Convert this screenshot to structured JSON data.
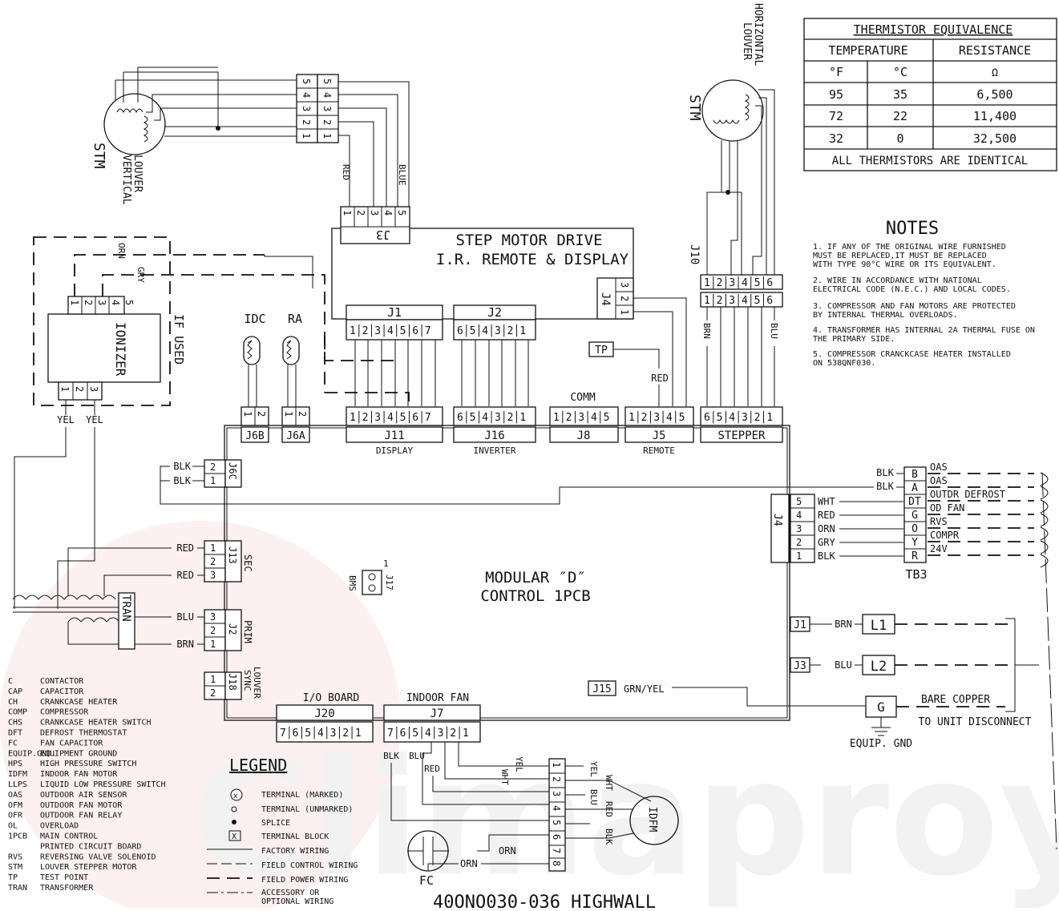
{
  "watermark": "Climaproyecto",
  "title_partial": "40QNQ030-036 HIGHWALL",
  "thermistor_table": {
    "title": "THERMISTOR EQUIVALENCE",
    "col_temperature": "TEMPERATURE",
    "col_resistance": "RESISTANCE",
    "unit_f": "°F",
    "unit_c": "°C",
    "unit_ohm": "Ω",
    "rows": [
      {
        "f": "95",
        "c": "35",
        "r": "6,500"
      },
      {
        "f": "72",
        "c": "22",
        "r": "11,400"
      },
      {
        "f": "32",
        "c": "0",
        "r": "32,500"
      }
    ],
    "footer": "ALL THERMISTORS ARE IDENTICAL"
  },
  "notes": {
    "heading": "NOTES",
    "lines": [
      "1. IF ANY OF THE ORIGINAL WIRE FURNISHED",
      "   MUST BE REPLACED,IT MUST BE REPLACED",
      "   WITH TYPE 90°C WIRE OR ITS EQUIVALENT.",
      "2. WIRE IN ACCORDANCE WITH NATIONAL",
      "   ELECTRICAL CODE (N.E.C.) AND LOCAL CODES.",
      "3. COMPRESSOR AND FAN MOTORS ARE PROTECTED",
      "   BY INTERNAL THERMAL OVERLOADS.",
      "4. TRANSFORMER HAS INTERNAL 2A THERMAL FUSE ON",
      "   THE PRIMARY SIDE.",
      "5. COMPRESSOR CRANCKCASE HEATER INSTALLED",
      "   ON 538QNF030."
    ]
  },
  "stm_left": {
    "label": "STM",
    "sub": [
      "VERTICAL",
      "LOUVER"
    ]
  },
  "stm_right": {
    "label": "STM",
    "sub": [
      "HORIZONTAL",
      "LOUVER"
    ]
  },
  "step_board": {
    "line1": "STEP MOTOR DRIVE",
    "line2": "I.R. REMOTE & DISPLAY",
    "j3": "J3",
    "j4": "J4",
    "j1": "J1",
    "j2": "J2",
    "tp": "TP",
    "j10": "J10"
  },
  "ionizer": {
    "label": "IONIZER",
    "if_used": "IF USED",
    "orn": "ORN",
    "gry": "GRY",
    "yel1": "YEL",
    "yel2": "YEL"
  },
  "sensors": {
    "idc": "IDC",
    "ra": "RA"
  },
  "main_pcb": {
    "line1": "MODULAR ″D″",
    "line2": "CONTROL 1PCB",
    "j6b": "J6B",
    "j6a": "J6A",
    "j11": "J11",
    "j16": "J16",
    "j8": "J8",
    "j5": "J5",
    "stepper": "STEPPER",
    "display": "DISPLAY",
    "inverter": "INVERTER",
    "comm": "COMM",
    "remote": "REMOTE",
    "j6c": "J6C",
    "j13": "J13",
    "sec": "SEC",
    "j2": "J2",
    "prim": "PRIM",
    "j18": "J18",
    "sync": "SYNC",
    "louver": "LOUVER",
    "j20": "J20",
    "io": "I/O BOARD",
    "j7": "J7",
    "indoor_fan": "INDOOR FAN",
    "j17": "J17",
    "bms": "BMS",
    "j4": "J4",
    "j1": "J1",
    "j3": "J3",
    "j15": "J15"
  },
  "wires": {
    "red": "RED",
    "blue": "BLUE",
    "blk": "BLK",
    "blu": "BLU",
    "brn": "BRN",
    "yel": "YEL",
    "wht": "WHT",
    "orn": "ORN",
    "gry": "GRY",
    "grn_yel": "GRN/YEL"
  },
  "tb3": {
    "label": "TB3",
    "terms": [
      {
        "t": "B",
        "n": "OAS"
      },
      {
        "t": "A",
        "n": "OAS"
      },
      {
        "t": "DT",
        "n": "OUTDR DEFROST"
      },
      {
        "t": "G",
        "n": "OD FAN"
      },
      {
        "t": "O",
        "n": "RVS"
      },
      {
        "t": "Y",
        "n": "COMPR"
      },
      {
        "t": "R",
        "n": "24V"
      }
    ],
    "j4_wires": [
      {
        "p": "5",
        "c": "WHT"
      },
      {
        "p": "4",
        "c": "RED"
      },
      {
        "p": "3",
        "c": "ORN"
      },
      {
        "p": "2",
        "c": "GRY"
      },
      {
        "p": "1",
        "c": "BLK"
      }
    ]
  },
  "power": {
    "l1": "L1",
    "l2": "L2",
    "g": "G",
    "bare_copper": "BARE COPPER",
    "to_disc": "TO UNIT DISCONNECT",
    "equip_gnd": "EQUIP. GND"
  },
  "tran": {
    "label": "TRAN"
  },
  "fan": {
    "idfm": "IDFM",
    "fc": "FC"
  },
  "abbreviations": [
    {
      "k": "C",
      "v": "CONTACTOR"
    },
    {
      "k": "CAP",
      "v": "CAPACITOR"
    },
    {
      "k": "CH",
      "v": "CRANKCASE HEATER"
    },
    {
      "k": "COMP",
      "v": "COMPRESSOR"
    },
    {
      "k": "CHS",
      "v": "CRANKCASE HEATER SWITCH"
    },
    {
      "k": "DFT",
      "v": "DEFROST THERMOSTAT"
    },
    {
      "k": "FC",
      "v": "FAN CAPACITOR"
    },
    {
      "k": "EQUIP.GND.",
      "v": "EQUIPMENT GROUND"
    },
    {
      "k": "HPS",
      "v": "HIGH PRESSURE SWITCH"
    },
    {
      "k": "IDFM",
      "v": "INDOOR FAN MOTOR"
    },
    {
      "k": "LLPS",
      "v": "LIQUID LOW PRESSURE SWITCH"
    },
    {
      "k": "OAS",
      "v": "OUTDOOR AIR SENSOR"
    },
    {
      "k": "OFM",
      "v": "OUTDOOR FAN MOTOR"
    },
    {
      "k": "OFR",
      "v": "OUTDOOR FAN RELAY"
    },
    {
      "k": "OL",
      "v": "OVERLOAD"
    },
    {
      "k": "1PCB",
      "v": "MAIN CONTROL"
    },
    {
      "k": "",
      "v": "PRINTED CIRCUIT BOARD"
    },
    {
      "k": "RVS",
      "v": "REVERSING VALVE SOLENOID"
    },
    {
      "k": "STM",
      "v": "LOUVER STEPPER MOTOR"
    },
    {
      "k": "TP",
      "v": "TEST POINT"
    },
    {
      "k": "TRAN",
      "v": "TRANSFORMER"
    }
  ],
  "legend": {
    "heading": "LEGEND",
    "items": [
      "TERMINAL (MARKED)",
      "TERMINAL (UNMARKED)",
      "SPLICE",
      "TERMINAL BLOCK",
      "FACTORY WIRING",
      "FIELD CONTROL WIRING",
      "FIELD POWER WIRING",
      "ACCESSORY OR",
      "OPTIONAL WIRING"
    ]
  }
}
